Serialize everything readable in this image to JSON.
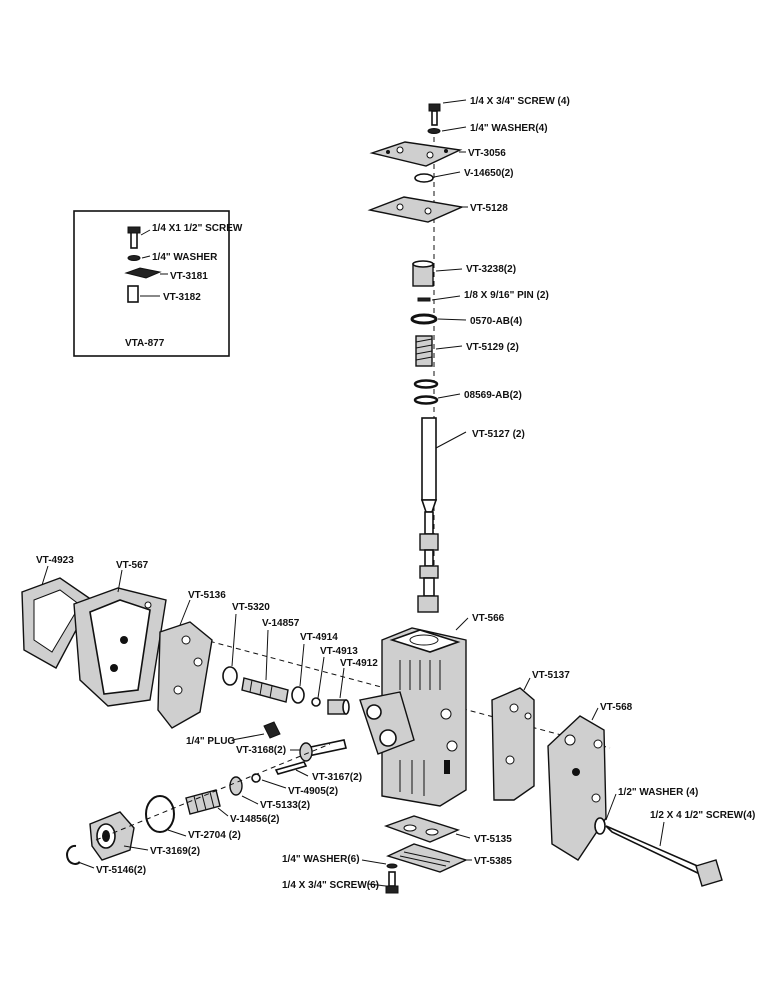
{
  "labels": {
    "screw_top": "1/4 X 3/4\" SCREW (4)",
    "washer_top": "1/4\" WASHER(4)",
    "vt3056": "VT-3056",
    "v14650": "V-14650(2)",
    "vt5128": "VT-5128",
    "vt3238": "VT-3238(2)",
    "pin": "1/8 X 9/16\" PIN (2)",
    "o570": "0570-AB(4)",
    "vt5129": "VT-5129 (2)",
    "o8569": "08569-AB(2)",
    "vt5127": "VT-5127  (2)",
    "vt4923": "VT-4923",
    "vt567": "VT-567",
    "vt5136": "VT-5136",
    "vt5320": "VT-5320",
    "v14857": "V-14857",
    "vt4914": "VT-4914",
    "vt4913": "VT-4913",
    "vt4912": "VT-4912",
    "vt566": "VT-566",
    "vt5137": "VT-5137",
    "vt568": "VT-568",
    "plug": "1/4\" PLUG",
    "vt3168": "VT-3168(2)",
    "vt3167": "VT-3167(2)",
    "vt4905": "VT-4905(2)",
    "vt5133": "VT-5133(2)",
    "v14856": "V-14856(2)",
    "vt2704": "VT-2704 (2)",
    "vt3169": "VT-3169(2)",
    "vt5146": "VT-5146(2)",
    "washer_right": "1/2\" WASHER (4)",
    "screw_right": "1/2 X 4 1/2\" SCREW(4)",
    "vt5135": "VT-5135",
    "vt5385": "VT-5385",
    "washer_bottom": "1/4\" WASHER(6)",
    "screw_bottom": "1/4 X 3/4\" SCREW(6)"
  },
  "inset": {
    "screw": "1/4 X1 1/2\" SCREW",
    "washer": "1/4\" WASHER",
    "vt3181": "VT-3181",
    "vt3182": "VT-3182",
    "title": "VTA-877"
  }
}
